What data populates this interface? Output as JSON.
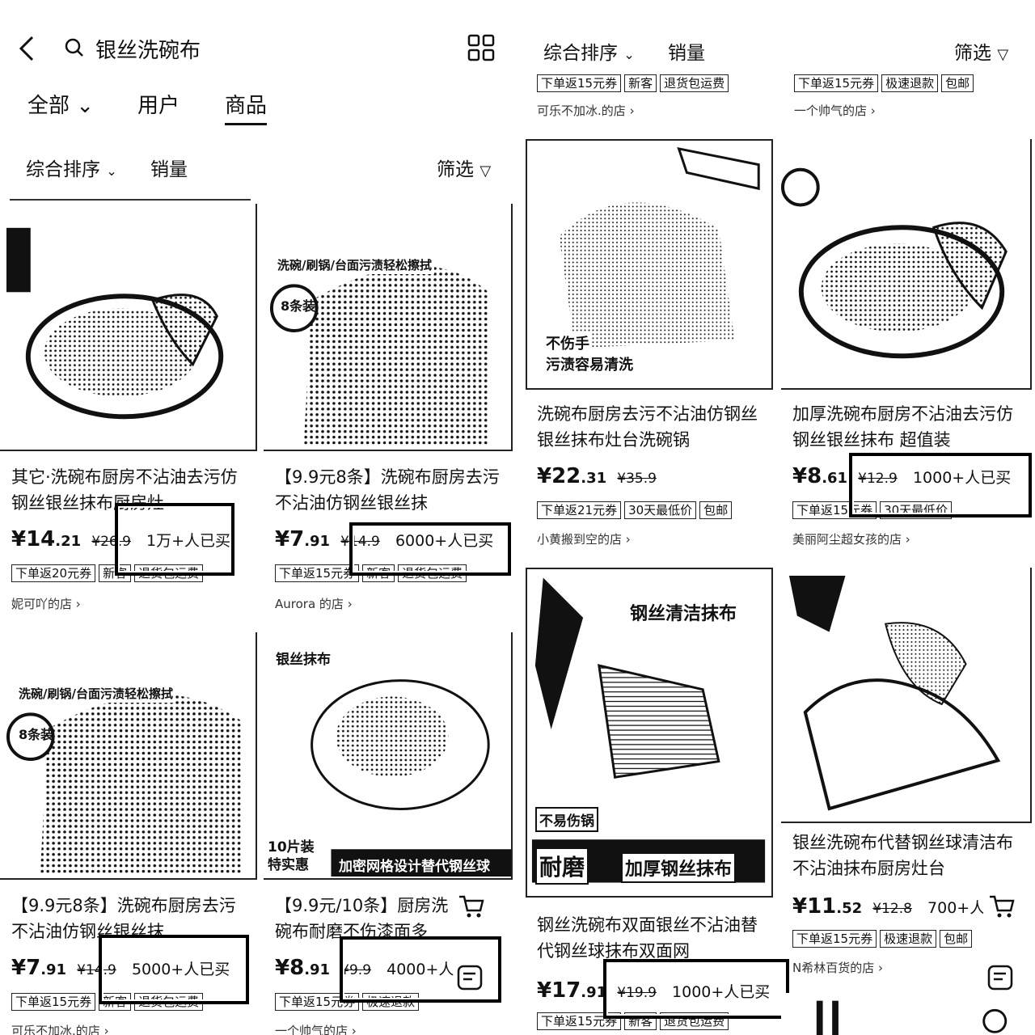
{
  "left": {
    "search": {
      "query": "银丝洗碗布",
      "back_icon": "back-icon",
      "search_icon": "search-icon",
      "grid_icon": "grid-view-icon"
    },
    "tabs": [
      {
        "label": "全部"
      },
      {
        "label": "用户"
      },
      {
        "label": "商品"
      }
    ],
    "sort": {
      "comprehensive": "综合排序",
      "sales": "销量",
      "filter": "筛选"
    },
    "products": [
      {
        "title": "其它·洗碗布厨房不沾油去污仿钢丝银丝抹布厨房灶",
        "price_int": "¥14",
        "price_dec": ".21",
        "orig": "¥26.9",
        "sold": "1万+人已买",
        "tags": [
          "下单返20元券",
          "新客",
          "退货包运费"
        ],
        "shop": "妮可吖的店"
      },
      {
        "title": "【9.9元8条】洗碗布厨房去污不沾油仿钢丝银丝抹",
        "price_int": "¥7",
        "price_dec": ".91",
        "orig": "¥14.9",
        "sold": "6000+人已买",
        "tags": [
          "下单返15元券",
          "新客",
          "退货包运费"
        ],
        "shop": "Aurora 的店",
        "image_text": [
          "洗碗/刷锅/台面污渍轻松擦拭",
          "8条装"
        ]
      },
      {
        "title": "【9.9元8条】洗碗布厨房去污不沾油仿钢丝银丝抹",
        "price_int": "¥7",
        "price_dec": ".91",
        "orig": "¥14.9",
        "sold": "5000+人已买",
        "tags": [
          "下单返15元券",
          "新客",
          "退货包运费"
        ],
        "shop": "可乐不加冰.的店",
        "image_text": [
          "洗碗/刷锅/台面污渍轻松擦拭",
          "8条装"
        ]
      },
      {
        "title": "【9.9元/10条】厨房洗碗布耐磨不伤漆面多",
        "price_int": "¥8",
        "price_dec": ".91",
        "orig": "¥9.9",
        "sold": "4000+人",
        "tags": [
          "下单返15元券",
          "极速退款"
        ],
        "shop": "一个帅气的店",
        "image_text": [
          "银丝抹布",
          "10片装 特实惠",
          "加密网格设计替代钢丝球"
        ]
      }
    ]
  },
  "right": {
    "sort": {
      "comprehensive": "综合排序",
      "sales": "销量",
      "filter": "筛选"
    },
    "partial_top": [
      {
        "tags": [
          "下单返15元券",
          "新客",
          "退货包运费"
        ],
        "shop": "可乐不加冰.的店"
      },
      {
        "tags": [
          "下单返15元券",
          "极速退款",
          "包邮"
        ],
        "shop": "一个帅气的店"
      }
    ],
    "products": [
      {
        "title": "洗碗布厨房去污不沾油仿钢丝银丝抹布灶台洗碗锅",
        "price_int": "¥22",
        "price_dec": ".31",
        "orig": "¥35.9",
        "sold": "",
        "tags": [
          "下单返21元券",
          "30天最低价",
          "包邮"
        ],
        "shop": "小黄搬到空的店",
        "image_text": [
          "不伤手",
          "污渍容易清洗"
        ]
      },
      {
        "title": "加厚洗碗布厨房不沾油去污仿钢丝银丝抹布 超值装",
        "price_int": "¥8",
        "price_dec": ".61",
        "orig": "¥12.9",
        "sold": "1000+人已买",
        "tags": [
          "下单返15元券",
          "30天最低价"
        ],
        "shop": "美丽阿尘超女孩的店"
      },
      {
        "title": "钢丝洗碗布双面银丝不沾油替代钢丝球抹布双面网",
        "price_int": "¥17",
        "price_dec": ".91",
        "orig": "¥19.9",
        "sold": "1000+人已买",
        "tags": [
          "下单返15元券",
          "新客",
          "退货包运费"
        ],
        "shop": "",
        "image_text": [
          "钢丝清洁抹布",
          "不易伤锅",
          "耐磨",
          "加厚钢丝抹布"
        ]
      },
      {
        "title": "银丝洗碗布代替钢丝球清洁布不沾油抹布厨房灶台",
        "price_int": "¥11",
        "price_dec": ".52",
        "orig": "¥12.8",
        "sold": "700+人",
        "tags": [
          "下单返15元券",
          "极速退款",
          "包邮"
        ],
        "shop": "N希林百货的店"
      }
    ]
  }
}
